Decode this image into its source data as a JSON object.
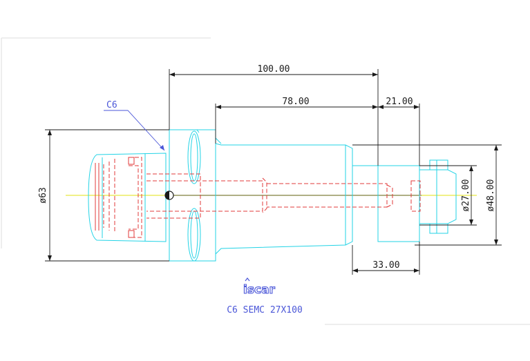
{
  "drawing": {
    "callout_label": "C6",
    "logo_text": "iscar",
    "caption": "C6 SEMC 27X100",
    "colors": {
      "outline": "#22d3e6",
      "hidden": "#e23a3a",
      "dimension": "#1a1a1a",
      "centerline": "#e8e640",
      "callout": "#4a56d8",
      "brand": "#4a56d8"
    },
    "dimensions": {
      "overall_length": "100.00",
      "body_length": "78.00",
      "shank_length": "21.00",
      "extension_length": "33.00",
      "flange_diameter": "ø63",
      "shank_diameter": "ø27.00",
      "body_diameter": "ø48.00"
    }
  }
}
